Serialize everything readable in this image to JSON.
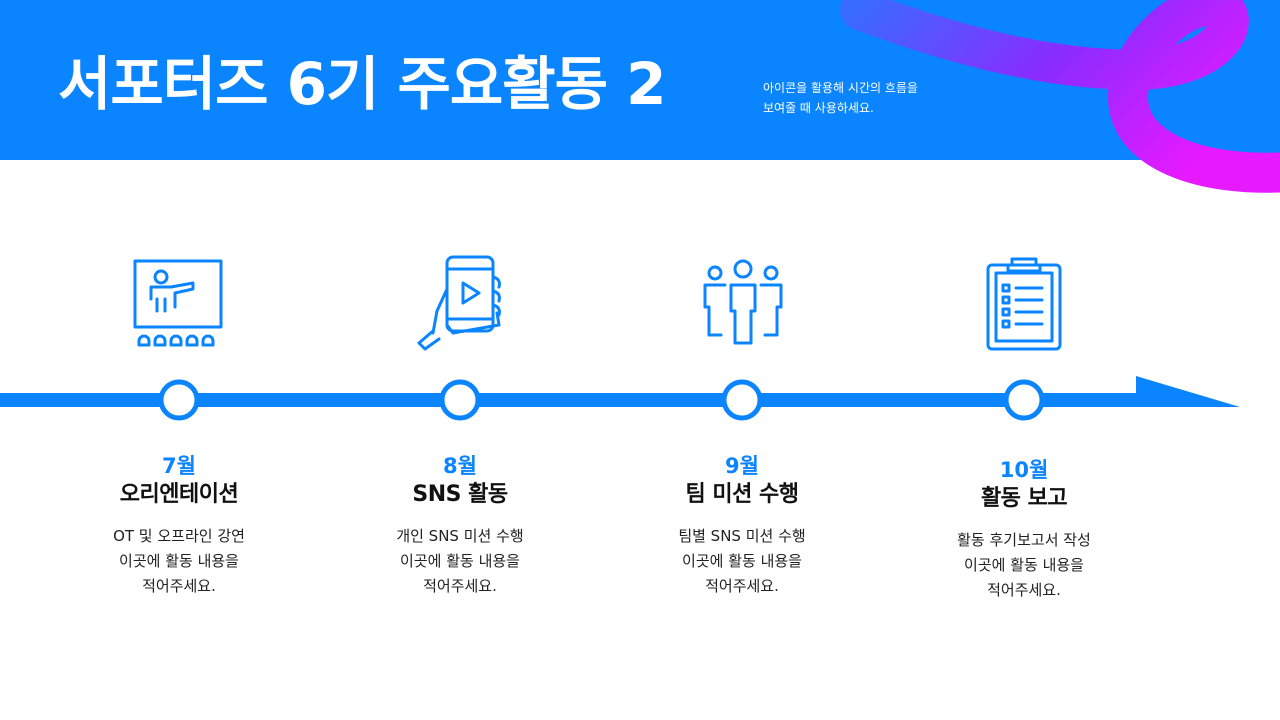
{
  "header": {
    "title": "서포터즈 6기 주요활동 2",
    "subtitle_lines": [
      "아이콘을 활용해 시간의 흐름을",
      "보여줄 때 사용하세요."
    ]
  },
  "colors": {
    "accent": "#0a84ff",
    "ribbon_start": "#3a6bff",
    "ribbon_mid": "#8a2cff",
    "ribbon_end": "#e619ff",
    "text_dark": "#111111"
  },
  "steps": [
    {
      "icon": "presentation-icon",
      "month": "7월",
      "title": "오리엔테이션",
      "desc": [
        "OT 및 오프라인 강연",
        "이곳에 활동 내용을",
        "적어주세요."
      ]
    },
    {
      "icon": "smartphone-video-icon",
      "month": "8월",
      "title": "SNS 활동",
      "desc": [
        "개인 SNS 미션 수행",
        "이곳에 활동 내용을",
        "적어주세요."
      ]
    },
    {
      "icon": "team-icon",
      "month": "9월",
      "title": "팀 미션 수행",
      "desc": [
        "팀별 SNS 미션 수행",
        "이곳에 활동 내용을",
        "적어주세요."
      ]
    },
    {
      "icon": "clipboard-icon",
      "month": "10월",
      "title": "활동 보고",
      "desc": [
        "활동 후기보고서 작성",
        "이곳에 활동 내용을",
        "적어주세요."
      ]
    }
  ]
}
